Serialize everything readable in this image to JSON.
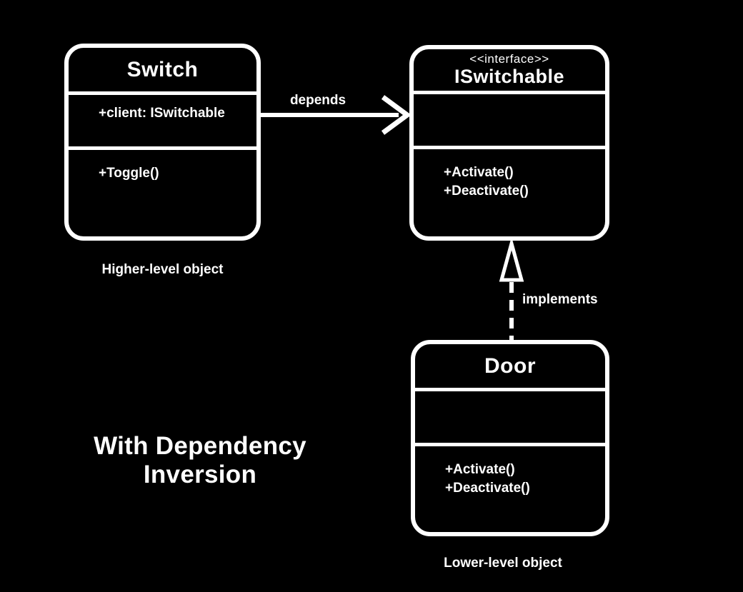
{
  "page": {
    "colors": {
      "background": "#000000",
      "foreground": "#ffffff"
    }
  },
  "heading": {
    "line1": "With Dependency",
    "line2": "Inversion"
  },
  "classes": {
    "switch": {
      "name": "Switch",
      "attributes": [
        "+client: ISwitchable"
      ],
      "methods": [
        "+Toggle()"
      ],
      "caption": "Higher-level object"
    },
    "iswitchable": {
      "stereotype": "<<interface>>",
      "name": "ISwitchable",
      "attributes": [],
      "methods": [
        "+Activate()",
        "+Deactivate()"
      ]
    },
    "door": {
      "name": "Door",
      "attributes": [],
      "methods": [
        "+Activate()",
        "+Deactivate()"
      ],
      "caption": "Lower-level object"
    }
  },
  "relationships": {
    "depends": {
      "label": "depends",
      "type": "dependency"
    },
    "implements": {
      "label": "implements",
      "type": "realization"
    }
  }
}
